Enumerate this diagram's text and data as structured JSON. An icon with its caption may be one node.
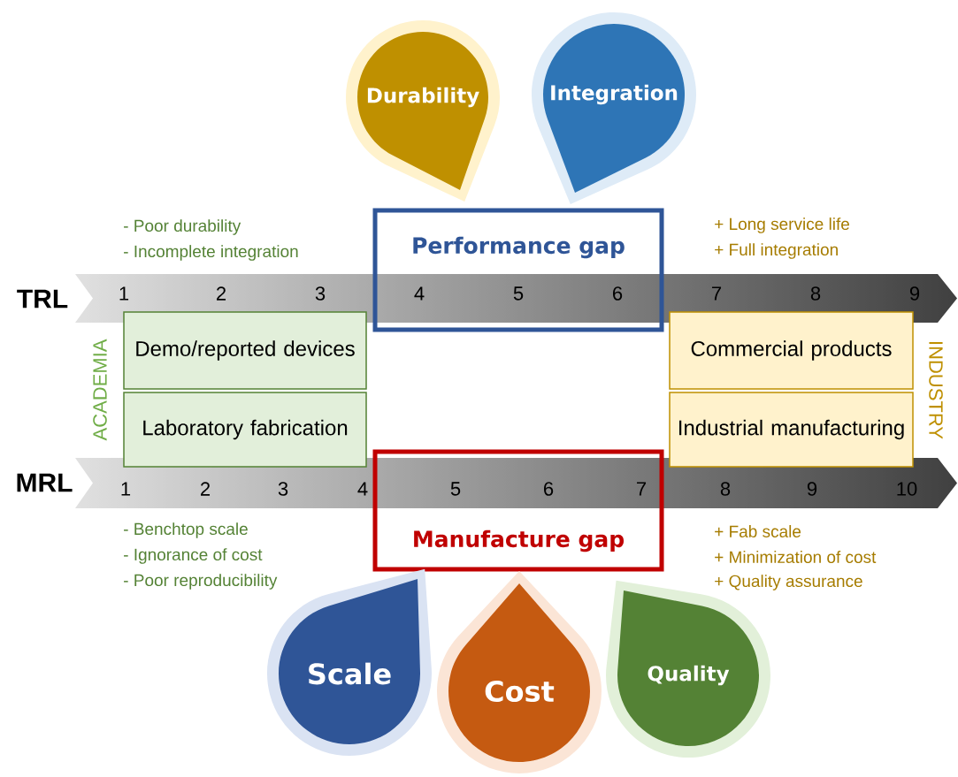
{
  "diagram": {
    "nodes": [
      {
        "text": [
          "Durability"
        ]
      },
      {
        "text": [
          "Integration"
        ]
      },
      {
        "text": [
          "Performance gap"
        ]
      },
      {
        "text": [
          "Demo/reported devices"
        ]
      },
      {
        "text": [
          "Laboratory fabrication"
        ]
      },
      {
        "text": [
          "Commercial products"
        ]
      },
      {
        "text": [
          "Industrial manufacturing"
        ]
      },
      {
        "text": [
          "Manufacture gap"
        ]
      },
      {
        "text": [
          "Scale"
        ]
      },
      {
        "text": [
          "Cost"
        ]
      },
      {
        "text": [
          "Quality"
        ]
      }
    ],
    "labels": [
      "- Poor durability",
      "- Incomplete integration",
      "+ Long service life",
      "+ Full integration",
      "TRL",
      "1",
      "2",
      "3",
      "4",
      "5",
      "6",
      "7",
      "8",
      "9",
      "ACADEMIA",
      "INDUSTRY",
      "MRL",
      "1",
      "2",
      "3",
      "4",
      "5",
      "6",
      "7",
      "8",
      "9",
      "10",
      "- Benchtop scale",
      "- Ignorance of cost",
      "- Poor reproducibility",
      "+ Fab scale",
      "+ Minimization of cost",
      "+ Quality assurance"
    ]
  }
}
